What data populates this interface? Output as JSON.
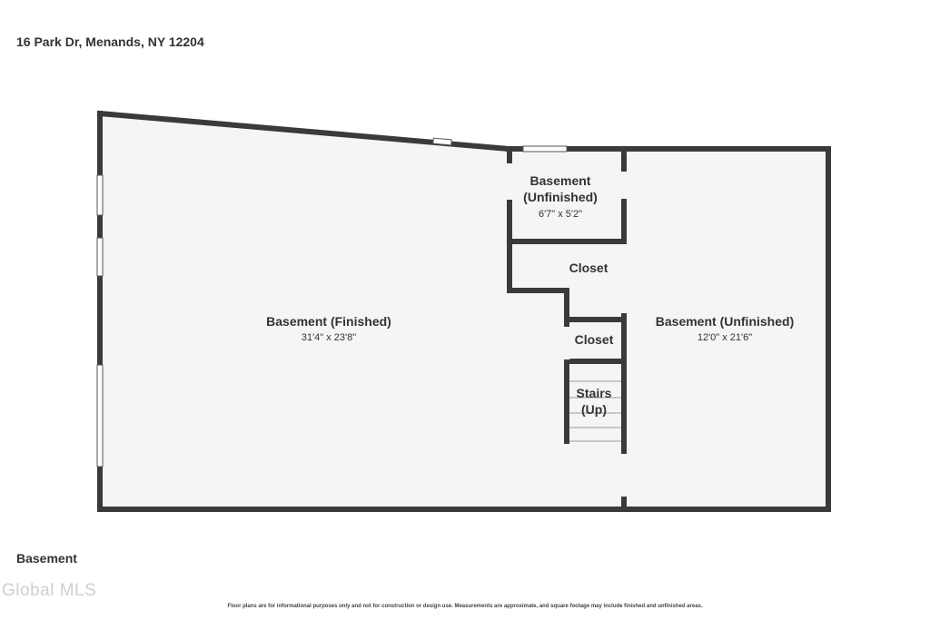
{
  "header": {
    "address": "16 Park Dr, Menands, NY 12204"
  },
  "floor": {
    "label": "Basement"
  },
  "rooms": {
    "finished": {
      "name": "Basement (Finished)",
      "dims": "31'4\" x 23'8\""
    },
    "unfinished_small": {
      "name_line1": "Basement",
      "name_line2": "(Unfinished)",
      "dims": "6'7\" x 5'2\""
    },
    "closet_upper": {
      "name": "Closet"
    },
    "closet_lower": {
      "name": "Closet"
    },
    "stairs": {
      "name_line1": "Stairs",
      "name_line2": "(Up)"
    },
    "unfinished_large": {
      "name": "Basement (Unfinished)",
      "dims": "12'0\" x 21'6\""
    }
  },
  "footer": {
    "watermark": "Global MLS",
    "disclaimer": "Floor plans are for informational purposes only and not for construction or design use. Measurements are approximate, and square footage may include finished and unfinished areas."
  },
  "colors": {
    "wall": "#3a3a3a",
    "floor": "#f5f5f5",
    "text": "#333333"
  }
}
